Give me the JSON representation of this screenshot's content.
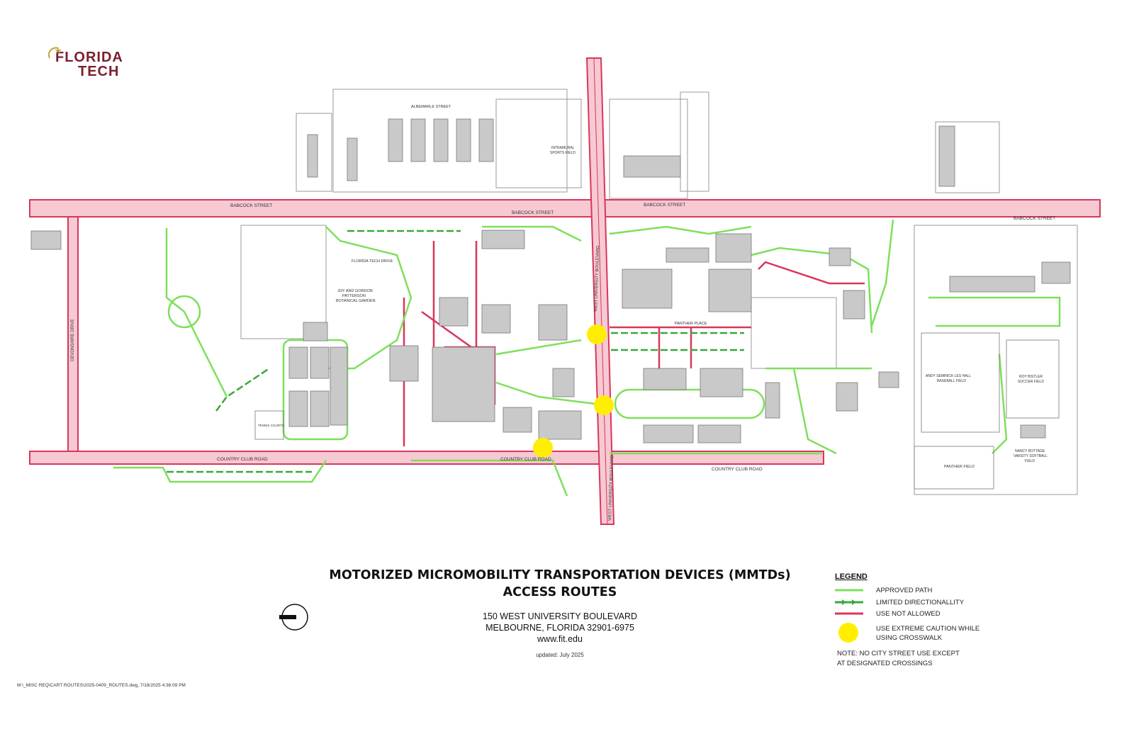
{
  "logo": {
    "line1": "FLORIDA",
    "line2": "TECH"
  },
  "title": {
    "line1": "MOTORIZED MICROMOBILITY TRANSPORTATION DEVICES (MMTDs)",
    "line2": "ACCESS ROUTES"
  },
  "address": {
    "line1": "150 WEST UNIVERSITY BOULEVARD",
    "line2": "MELBOURNE, FLORIDA  32901-6975",
    "web": "www.fit.edu"
  },
  "updated": "updated: July 2025",
  "file_path": "M:\\_MISC REQ\\CART ROUTES\\2025-0409_ROUTES.dwg, 7/18/2025 4:36:09 PM",
  "legend": {
    "title": "LEGEND",
    "items": [
      {
        "label": "APPROVED PATH",
        "symbol": "green-line",
        "color": "#7de05a"
      },
      {
        "label": "LIMITED DIRECTIONALLITY",
        "symbol": "green-arrow-line",
        "color": "#3aa83a"
      },
      {
        "label": "USE NOT ALLOWED",
        "symbol": "red-line",
        "color": "#d9365b"
      },
      {
        "label": "USE EXTREME CAUTION WHILE",
        "label2": "USING CROSSWALK",
        "symbol": "yellow-dot",
        "color": "#ffee00"
      }
    ],
    "note_line1": "NOTE:  NO CITY STREET USE EXCEPT",
    "note_line2": "AT DESIGNATED CROSSINGS"
  },
  "map_labels": {
    "babcock1": "BABCOCK STREET",
    "babcock2": "BABCOCK STREET",
    "babcock3": "BABCOCK STREET",
    "babcock4": "BABCOCK STREET",
    "albemarle": "ALBEMARLE STREET",
    "intramural": "INTRAMURAL",
    "intramural2": "SPORTS FIELD",
    "country1": "COUNTRY CLUB ROAD",
    "country2": "COUNTRY CLUB ROAD",
    "country3": "COUNTRY CLUB ROAD",
    "florida_tech_drive": "FLORIDA TECH DRIVE",
    "garden1": "JOY AND GORDON",
    "garden2": "PATTERSON",
    "garden3": "BOTANICAL GARDEN",
    "devonshire": "DEVONSHIRE DRIVE",
    "univ_blvd": "WEST UNIVERSITY BOULEVARD",
    "univ_blvd2": "WEST UNIVERSITY BOULEVARD",
    "panther_place": "PANTHER PLACE",
    "panther_field": "PANTHER FIELD",
    "tennis": "TENNIS COURTS",
    "baseball1": "ANDY SEMINICK  LES HALL",
    "baseball2": "BASEBALL FIELD",
    "soccer1": "ROY BISTLER",
    "soccer2": "SOCCER FIELD",
    "softball1": "NANCY BOTTAGE",
    "softball2": "VARSITY SOFTBALL",
    "softball3": "FIELD"
  },
  "colors": {
    "street_fill": "#f6c9d3",
    "street_edge": "#d9365b",
    "approved": "#7de05a",
    "limited": "#3aa83a",
    "building": "#c9c9c9",
    "caution": "#ffee00"
  }
}
